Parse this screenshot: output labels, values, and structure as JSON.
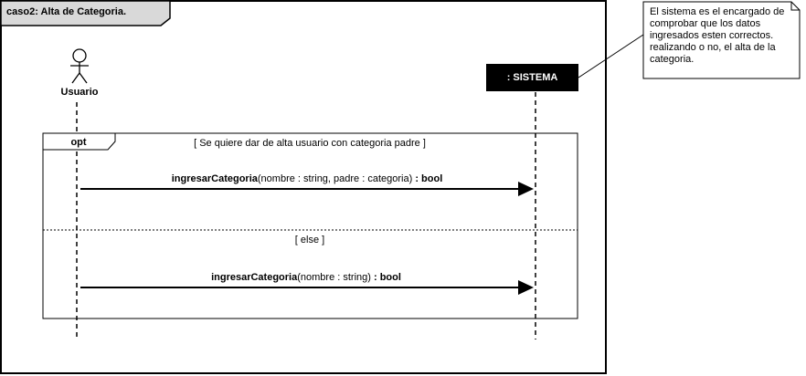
{
  "frame": {
    "title": "caso2: Alta de Categoria."
  },
  "lifelines": {
    "actor": {
      "name": "Usuario",
      "icon": "stick-figure-actor-icon"
    },
    "system": {
      "name": ": SISTEMA",
      "fill": "#000000",
      "text_color": "#ffffff"
    }
  },
  "fragment": {
    "operator": "opt",
    "guard_1": "[ Se quiere dar de alta usuario con categoria padre ]",
    "guard_2": "[ else ]"
  },
  "messages": [
    {
      "op": "ingresarCategoria",
      "params": "(nombre : string, padre : categoria)",
      "ret": ": bool"
    },
    {
      "op": "ingresarCategoria",
      "params": "(nombre : string)",
      "ret": ": bool"
    }
  ],
  "note": {
    "text": "El sistema es el encargado de comprobar que los datos ingresados esten correctos. realizando o no, el alta de la categoria."
  }
}
